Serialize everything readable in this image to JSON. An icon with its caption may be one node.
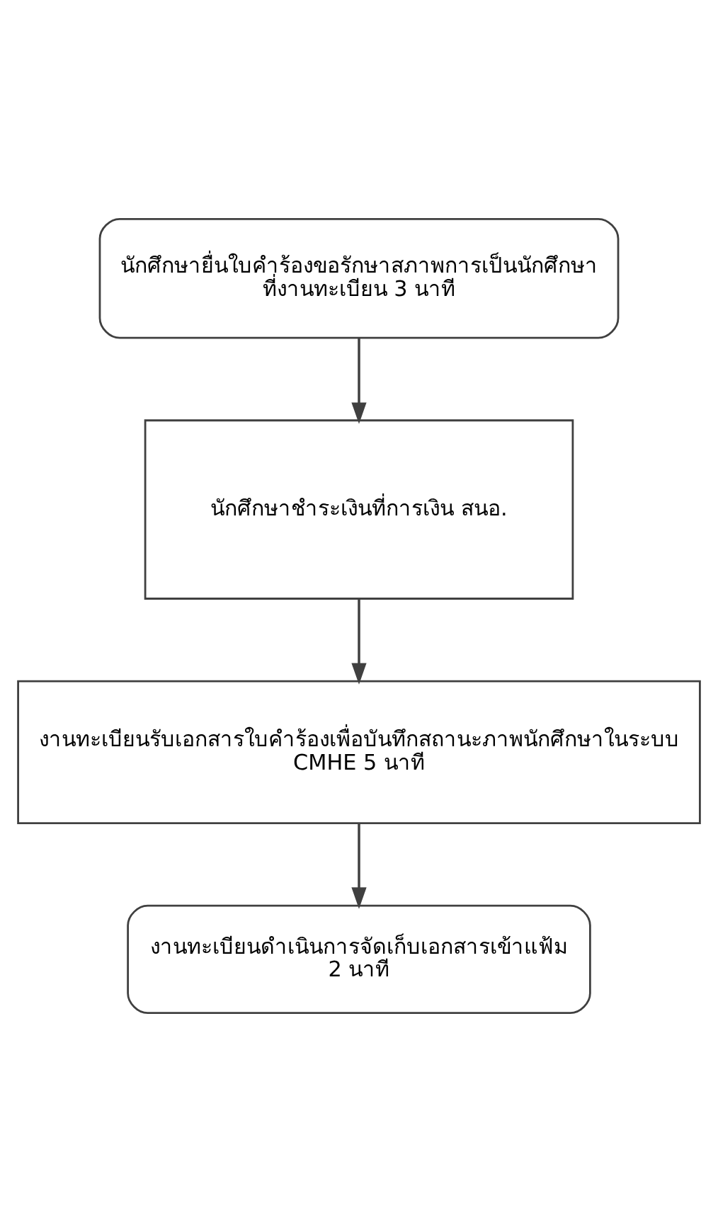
{
  "diagram": {
    "nodes": [
      {
        "text": [
          "นักศึกษายื่นใบคำร้องขอรักษาสภาพการเป็นนักศึกษา ที่งานทะเบียน 3 นาที"
        ]
      },
      {
        "text": [
          "นักศึกษาชำระเงินที่การเงิน สนอ."
        ]
      },
      {
        "text": [
          "งานทะเบียนรับเอกสารใบคำร้องเพื่อบันทึกสถานะภาพนักศึกษาในระบบ CMHE 5 นาที"
        ]
      },
      {
        "text": [
          "งานทะเบียนดำเนินการจัดเก็บเอกสารเข้าแฟ้ม 2 นาที"
        ]
      }
    ],
    "edges": [
      {
        "from": 0,
        "to": 1,
        "arrow": "to"
      },
      {
        "from": 1,
        "to": 2,
        "arrow": "to"
      },
      {
        "from": 2,
        "to": 3,
        "arrow": "to"
      }
    ]
  }
}
